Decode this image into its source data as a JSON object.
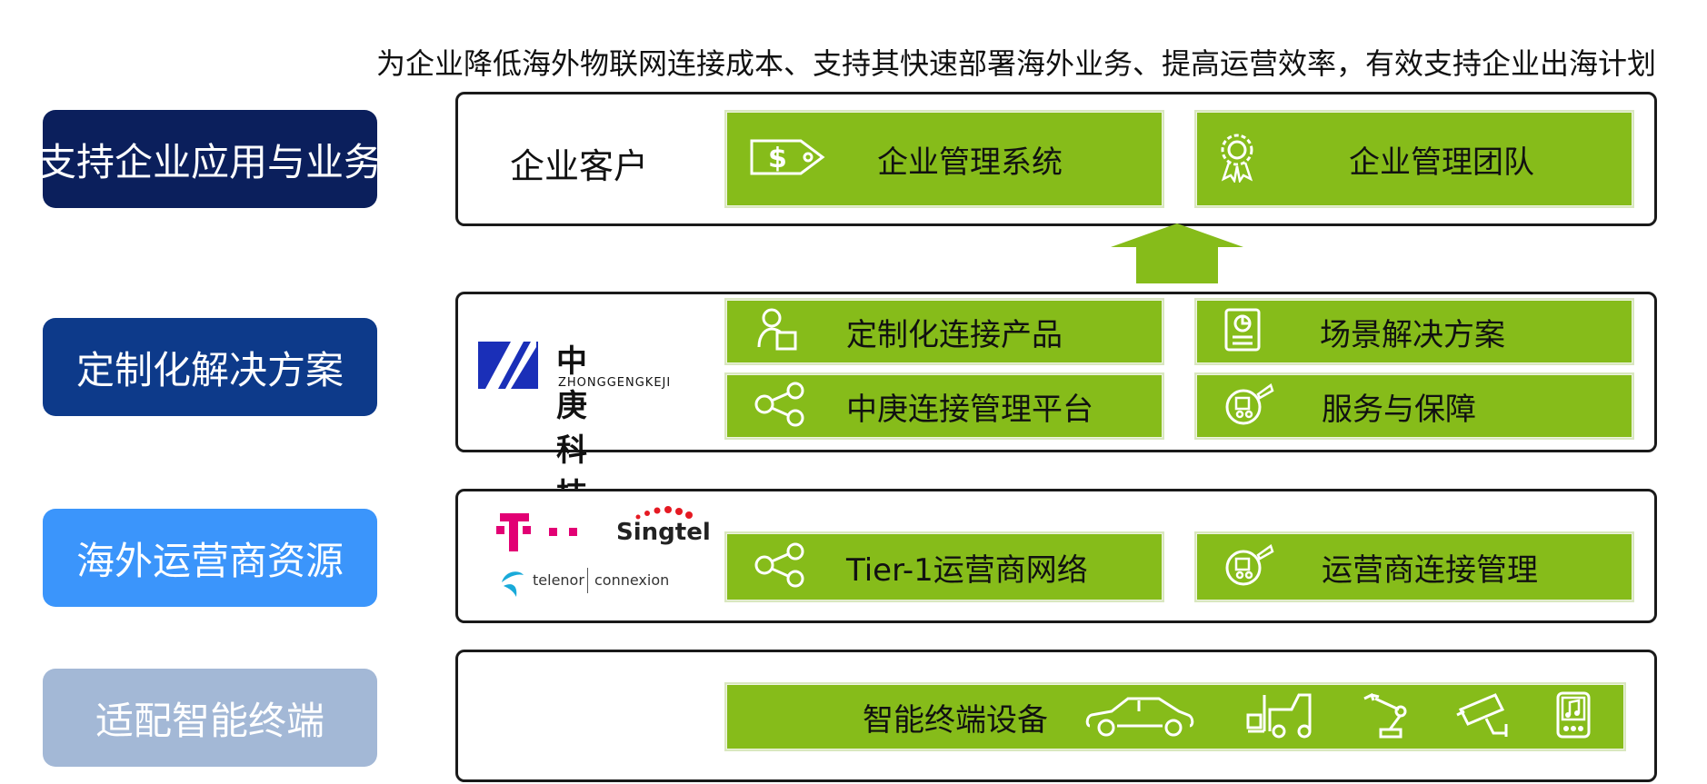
{
  "headline": "为企业降低海外物联网连接成本、支持其快速部署海外业务、提高运营效率，有效支持企业出海计划",
  "colors": {
    "tier1": "#0b1f5c",
    "tier2": "#0d3a8a",
    "tier3": "#3b95fb",
    "tier4": "#a3b8d6",
    "green": "#86bc1a",
    "tmobile_magenta": "#e20074",
    "singtel_red": "#e51a23",
    "telenor_blue": "#19aad9"
  },
  "layers": [
    {
      "label": "支持企业应用与业务",
      "panel_title": "企业客户",
      "items": [
        {
          "icon": "price-tag-icon",
          "label": "企业管理系统"
        },
        {
          "icon": "award-ribbon-icon",
          "label": "企业管理团队"
        }
      ]
    },
    {
      "label": "定制化解决方案",
      "logo": {
        "name_cn": "中庚科技",
        "name_en": "ZHONGGENGKEJI"
      },
      "items": [
        {
          "icon": "user-document-icon",
          "label": "定制化连接产品"
        },
        {
          "icon": "report-chart-icon",
          "label": "场景解决方案"
        },
        {
          "icon": "share-network-icon",
          "label": "中庚连接管理平台"
        },
        {
          "icon": "service-tools-icon",
          "label": "服务与保障"
        }
      ]
    },
    {
      "label": "海外运营商资源",
      "logos": {
        "tmobile": "T · · ·",
        "singtel": "Singtel",
        "telenor": "telenor",
        "connexion": "connexion"
      },
      "items": [
        {
          "icon": "share-network-icon",
          "label": "Tier-1运营商网络"
        },
        {
          "icon": "service-tools-icon",
          "label": "运营商连接管理"
        }
      ]
    },
    {
      "label": "适配智能终端",
      "items": [
        {
          "label": "智能终端设备",
          "icons": [
            "car-icon",
            "forklift-icon",
            "robot-arm-icon",
            "security-camera-icon",
            "music-player-icon"
          ]
        }
      ]
    }
  ]
}
